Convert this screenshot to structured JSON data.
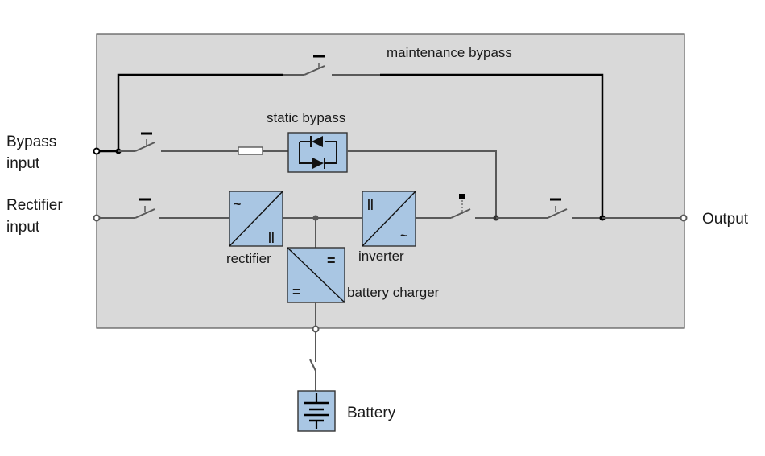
{
  "labels": {
    "bypass_input": [
      "Bypass",
      "input"
    ],
    "rectifier_input": [
      "Rectifier",
      "input"
    ],
    "output": "Output",
    "maintenance_bypass": "maintenance bypass",
    "static_bypass": "static bypass",
    "rectifier": "rectifier",
    "inverter": "inverter",
    "battery_charger": "battery charger",
    "battery": "Battery"
  },
  "symbols": {
    "ac": "~",
    "dc": "=",
    "dc_bars": "||"
  },
  "colors": {
    "enclosure": "#d9d9d9",
    "block": "#a9c6e3",
    "wire": "#595959",
    "bypass_wire": "#000000"
  }
}
